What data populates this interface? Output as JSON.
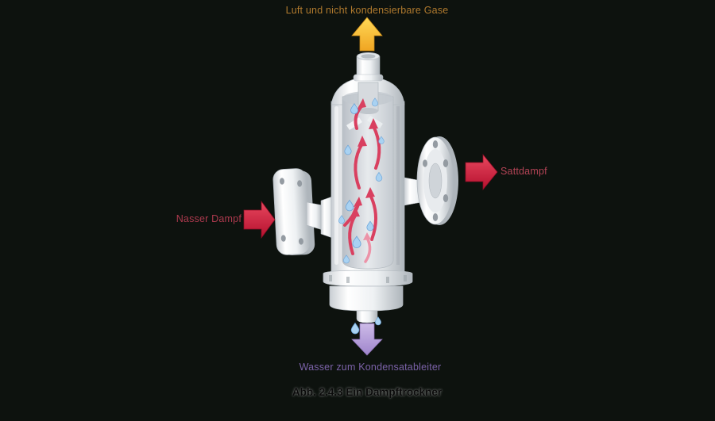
{
  "figure": {
    "caption": "Abb. 2.4.3 Ein Dampftrockner",
    "labels": {
      "air_gases": "Luft und nicht kondensierbare Gase",
      "wet_steam": "Nasser Dampf",
      "dry_steam": "Sattdampf",
      "condensate": "Wasser zum Kondensatableiter"
    },
    "colors": {
      "background": "#0d120e",
      "air_gases_label": "#b07a2e",
      "wet_steam_label": "#ad3a4e",
      "dry_steam_label": "#b44456",
      "condensate_label": "#7b62a8",
      "caption_text": "#0a0a0a",
      "arrow_air": "#f3b93e",
      "arrow_steam": "#c9203e",
      "arrow_condensate": "#b49bd8",
      "droplet": "#a9d2f2",
      "vessel": "#f2f4f6",
      "internal_flow_arrow": "#d94060"
    },
    "icons": {
      "air_outlet": "up-block-arrow-icon",
      "wet_steam_inlet": "right-block-arrow-icon",
      "dry_steam_outlet": "right-block-arrow-icon",
      "condensate_outlet": "down-block-arrow-icon",
      "moisture": "water-droplet-icon"
    }
  }
}
